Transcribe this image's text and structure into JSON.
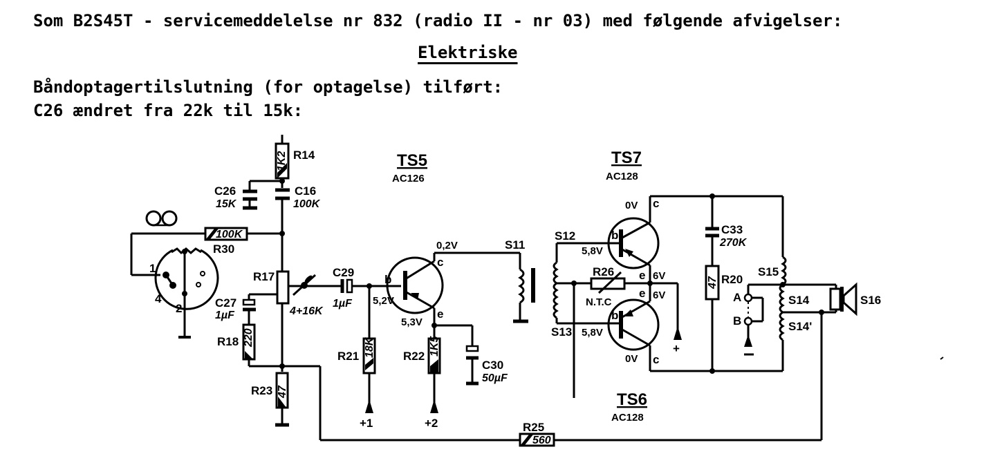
{
  "document": {
    "header_line": "Som B2S45T - servicemeddelelse nr 832 (radio II - nr 03) med følgende afvigelser:",
    "section_title": "Elektriske",
    "change_line_1": "Båndoptagertilslutning (for optagelse) tilført:",
    "change_line_2": "C26 ændret fra 22k til 15k:"
  },
  "schematic": {
    "transistors": {
      "ts5": {
        "ref": "TS5",
        "type": "AC126",
        "collector_voltage": "0,2V",
        "base_voltage": "5,2V",
        "emitter_voltage": "5,3V",
        "pin_b": "b",
        "pin_c": "c",
        "pin_e": "e"
      },
      "ts7": {
        "ref": "TS7",
        "type": "AC128",
        "collector_voltage": "0V",
        "base_voltage": "5,8V",
        "emitter_voltage": "6V",
        "pin_b": "b",
        "pin_c": "c",
        "pin_e": "e"
      },
      "ts6": {
        "ref": "TS6",
        "type": "AC128",
        "collector_voltage": "0V",
        "base_voltage": "5,8V",
        "emitter_voltage": "6V",
        "pin_b": "b",
        "pin_c": "c",
        "pin_e": "e"
      }
    },
    "resistors": {
      "r14": {
        "ref": "R14",
        "value": "1K2"
      },
      "r30": {
        "ref": "R30",
        "value": "100K"
      },
      "r17": {
        "ref": "R17",
        "value": "4+16K"
      },
      "r18": {
        "ref": "R18",
        "value": "220"
      },
      "r23": {
        "ref": "R23",
        "value": "47"
      },
      "r21": {
        "ref": "R21",
        "value": "18K"
      },
      "r22": {
        "ref": "R22",
        "value": "1K5"
      },
      "r26": {
        "ref": "R26",
        "value": "N.T.C"
      },
      "r20": {
        "ref": "R20",
        "value": "47"
      },
      "r25": {
        "ref": "R25",
        "value": "560"
      }
    },
    "capacitors": {
      "c26": {
        "ref": "C26",
        "value": "15K"
      },
      "c16": {
        "ref": "C16",
        "value": "100K"
      },
      "c27": {
        "ref": "C27",
        "value": "1µF"
      },
      "c29": {
        "ref": "C29",
        "value": "1µF"
      },
      "c30": {
        "ref": "C30",
        "value": "50µF"
      },
      "c33": {
        "ref": "C33",
        "value": "270K"
      }
    },
    "coils": {
      "s11": "S11",
      "s12": "S12",
      "s13": "S13",
      "s14": "S14",
      "s14b": "S14'",
      "s15": "S15",
      "s16": "S16"
    },
    "connector_pins": {
      "p1": "1",
      "p2": "2",
      "p4": "4"
    },
    "terminals": {
      "a": "A",
      "b": "B",
      "plus1": "+1",
      "plus2": "+2",
      "plus": "+",
      "minus": "−"
    }
  }
}
